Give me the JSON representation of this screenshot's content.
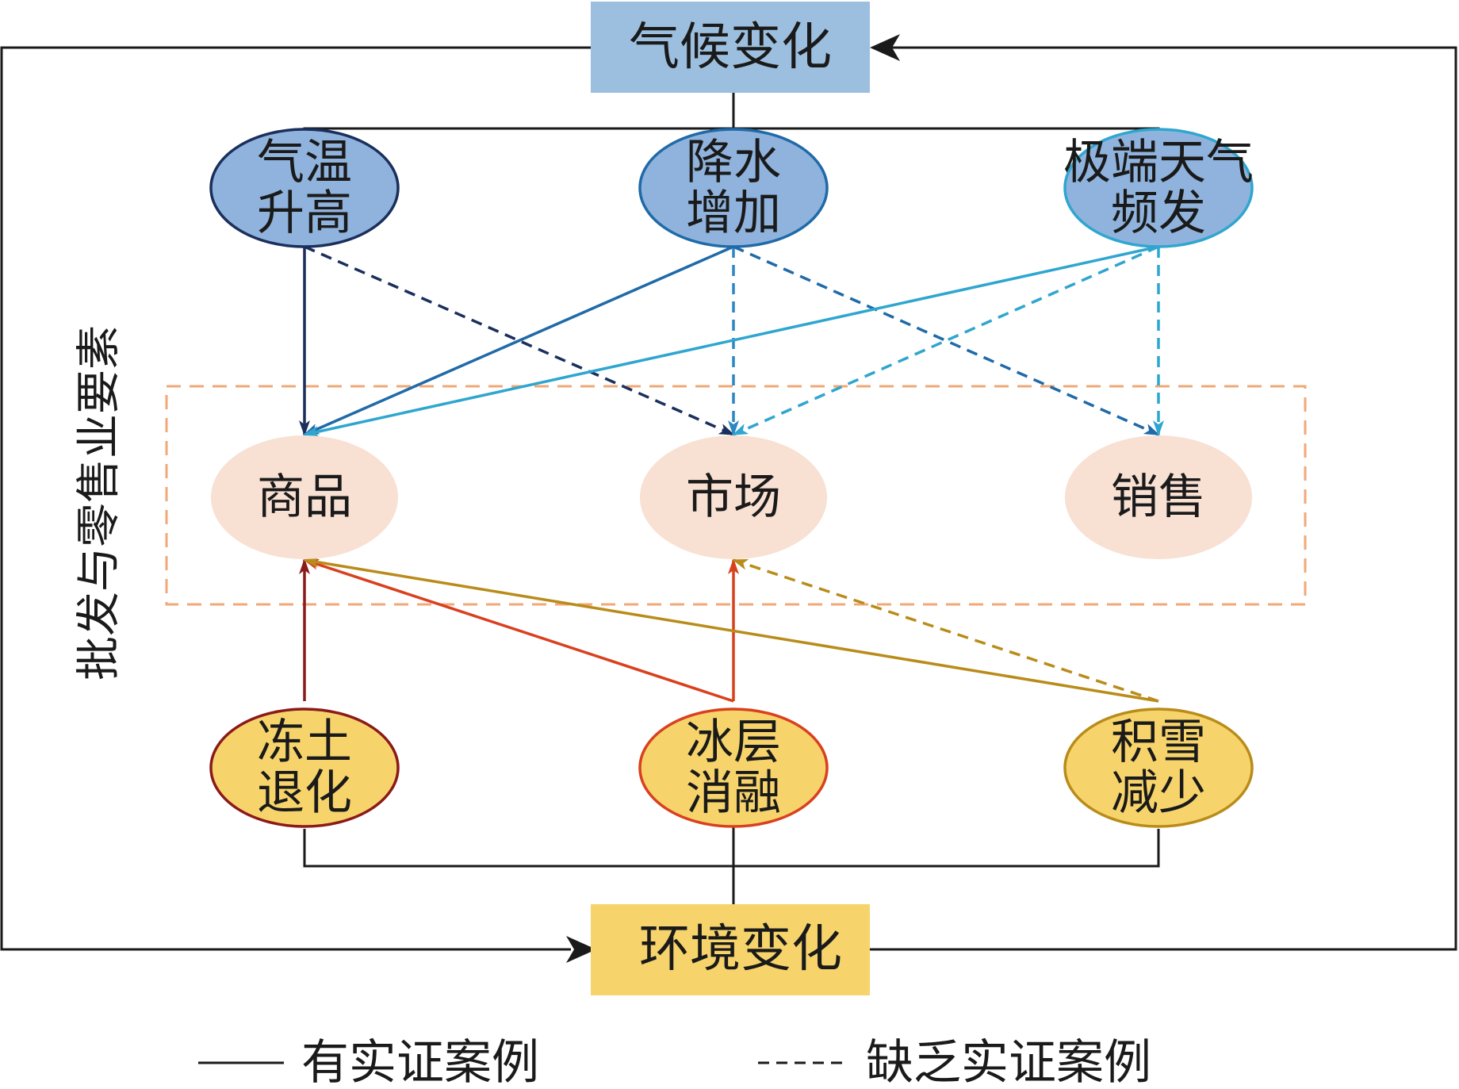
{
  "climate_box": {
    "label": "气候变化",
    "fill": "#9dbfdf"
  },
  "environment_box": {
    "label": "环境变化",
    "fill": "#f7d46b"
  },
  "side_label": "批发与零售业要素",
  "climate_nodes": [
    {
      "id": "temp",
      "lines": [
        "气温",
        "升高"
      ],
      "fill": "#8fb3dc",
      "stroke": "#1a2f5c"
    },
    {
      "id": "precip",
      "lines": [
        "降水",
        "增加"
      ],
      "fill": "#8fb3dc",
      "stroke": "#1f6aa8"
    },
    {
      "id": "extreme",
      "lines": [
        "极端天气",
        "频发"
      ],
      "fill": "#8fb3dc",
      "stroke": "#2fa6cf"
    }
  ],
  "retail_nodes": [
    {
      "id": "goods",
      "label": "商品",
      "fill": "#f8e0d3"
    },
    {
      "id": "market",
      "label": "市场",
      "fill": "#f8e0d3"
    },
    {
      "id": "sales",
      "label": "销售",
      "fill": "#f8e0d3"
    }
  ],
  "env_nodes": [
    {
      "id": "permafrost",
      "lines": [
        "冻土",
        "退化"
      ],
      "fill": "#f7d46b",
      "stroke": "#8b1a1a"
    },
    {
      "id": "ice",
      "lines": [
        "冰层",
        "消融"
      ],
      "fill": "#f7d46b",
      "stroke": "#d9401e"
    },
    {
      "id": "snow",
      "lines": [
        "积雪",
        "减少"
      ],
      "fill": "#f7d46b",
      "stroke": "#b98c1a"
    }
  ],
  "edges": [
    {
      "from": "temp",
      "to": "goods",
      "style": "solid",
      "color": "#1a2f5c"
    },
    {
      "from": "temp",
      "to": "market",
      "style": "dashed",
      "color": "#1a2f5c"
    },
    {
      "from": "precip",
      "to": "goods",
      "style": "solid",
      "color": "#1f6aa8"
    },
    {
      "from": "precip",
      "to": "market",
      "style": "dashed",
      "color": "#2e86c1"
    },
    {
      "from": "precip",
      "to": "sales",
      "style": "dashed",
      "color": "#1f6aa8"
    },
    {
      "from": "extreme",
      "to": "goods",
      "style": "solid",
      "color": "#2fa6cf"
    },
    {
      "from": "extreme",
      "to": "market",
      "style": "dashed",
      "color": "#2fa6cf"
    },
    {
      "from": "extreme",
      "to": "sales",
      "style": "dashed",
      "color": "#2fa6cf"
    },
    {
      "from": "permafrost",
      "to": "goods",
      "style": "solid",
      "color": "#8b1a1a"
    },
    {
      "from": "ice",
      "to": "goods",
      "style": "solid",
      "color": "#d9401e"
    },
    {
      "from": "ice",
      "to": "market",
      "style": "solid",
      "color": "#d9401e"
    },
    {
      "from": "snow",
      "to": "goods",
      "style": "solid",
      "color": "#b98c1a"
    },
    {
      "from": "snow",
      "to": "market",
      "style": "dashed",
      "color": "#b98c1a"
    }
  ],
  "legend": [
    {
      "style": "solid",
      "label": "有实证案例"
    },
    {
      "style": "dashed",
      "label": "缺乏实证案例"
    }
  ]
}
